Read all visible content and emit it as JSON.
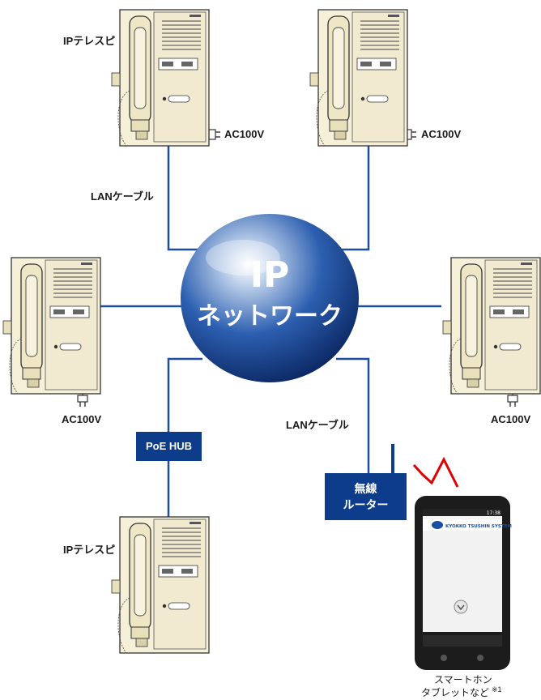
{
  "network": {
    "line1": "IP",
    "line2": "ネットワーク"
  },
  "devices": {
    "top_left_label": "IPテレスピ",
    "bottom_label": "IPテレスピ",
    "power_label": "AC100V"
  },
  "cables": {
    "lan_label": "LANケーブル"
  },
  "hub": {
    "label": "PoE HUB"
  },
  "router": {
    "line1": "無線",
    "line2": "ルーター"
  },
  "smartphone": {
    "status_time": "17:38",
    "banner_text": "KYOKKO TSUSHIN SYSTEM",
    "caption_line1": "スマートホン",
    "caption_line2": "タブレットなど",
    "footnote": "※1"
  },
  "colors": {
    "line": "#1f4e9c",
    "box": "#0d3d8a",
    "device_body": "#f6f0d8",
    "router_signal": "#e00000"
  }
}
